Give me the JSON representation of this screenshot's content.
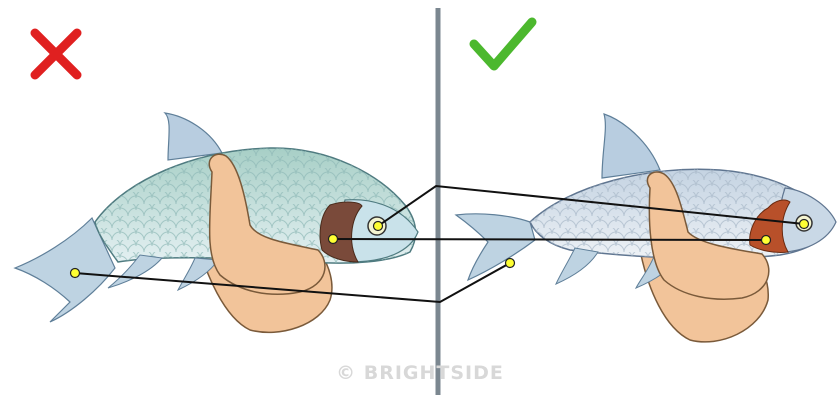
{
  "panels": {
    "left": {
      "verdict": "wrong",
      "mark_icon": "red-x-icon",
      "mark_color": "#e02020"
    },
    "right": {
      "verdict": "correct",
      "mark_icon": "green-checkmark-icon",
      "mark_color": "#4cb82e"
    }
  },
  "colors": {
    "divider": "#7b8790",
    "fish_body_left": "#b9d8d6",
    "fish_body_right": "#d2dde8",
    "gill_left": "#7a4a3a",
    "gill_right": "#b8502a",
    "hand": "#f2c49a",
    "check_dot": "#ffff33",
    "connector": "#111111"
  },
  "watermark": {
    "text": "© BRIGHTSIDE"
  }
}
